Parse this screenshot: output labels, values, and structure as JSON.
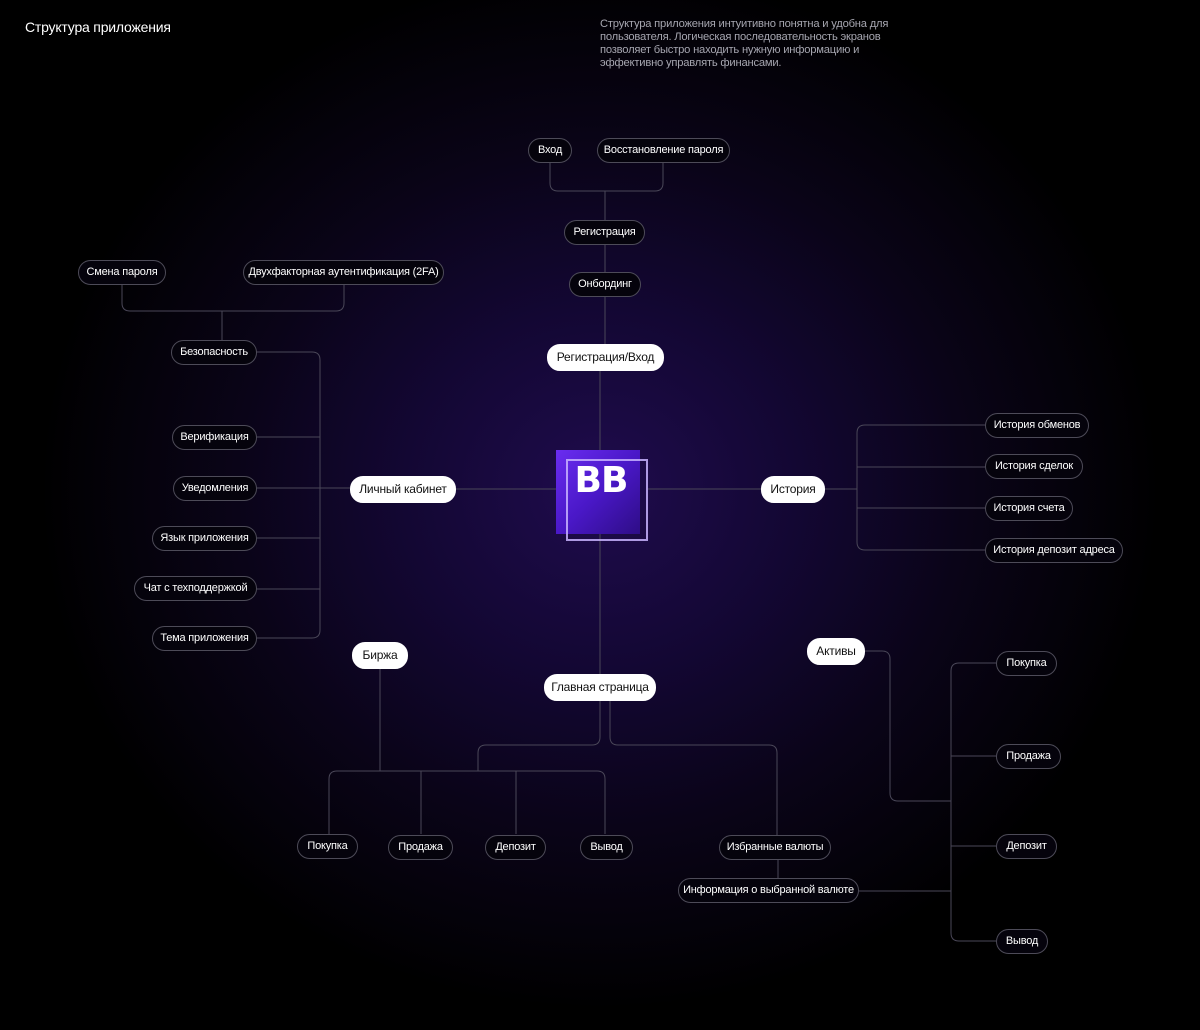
{
  "header": {
    "title": "Структура приложения",
    "description": "Структура приложения интуитивно понятна и удобна для пользователя. Логическая последовательность экранов позволяет быстро находить нужную информацию и эффективно управлять финансами."
  },
  "logo": {
    "text": "BB",
    "colors": {
      "primary": "#5b21e6",
      "frame": "#c8b4ff"
    }
  },
  "colors": {
    "background": "#0a0418",
    "line": "#4a4758",
    "main_node": "#ffffff",
    "child_node_border": "#4d4b58"
  },
  "branches": {
    "auth": {
      "label": "Регистрация/Вход",
      "chain": [
        "Онбординг",
        "Регистрация"
      ],
      "leaves": [
        "Вход",
        "Восстановление пароля"
      ]
    },
    "profile": {
      "label": "Личный кабинет",
      "items": [
        "Безопасность",
        "Верификация",
        "Уведомления",
        "Язык приложения",
        "Чат с техподдержкой",
        "Тема приложения"
      ],
      "security_children": [
        "Смена пароля",
        "Двухфакторная аутентификация (2FA)"
      ]
    },
    "history": {
      "label": "История",
      "items": [
        "История обменов",
        "История  сделок",
        "История счета",
        "История депозит адреса"
      ]
    },
    "home": {
      "label": "Главная страница",
      "favorites": "Избранные валюты",
      "currency_info": "Информация о выбранной валюте"
    },
    "exchange": {
      "label": "Биржа",
      "items": [
        "Покупка",
        "Продажа",
        "Депозит",
        "Вывод"
      ]
    },
    "assets": {
      "label": "Активы",
      "items": [
        "Покупка",
        "Продажа",
        "Депозит",
        "Вывод"
      ]
    }
  }
}
